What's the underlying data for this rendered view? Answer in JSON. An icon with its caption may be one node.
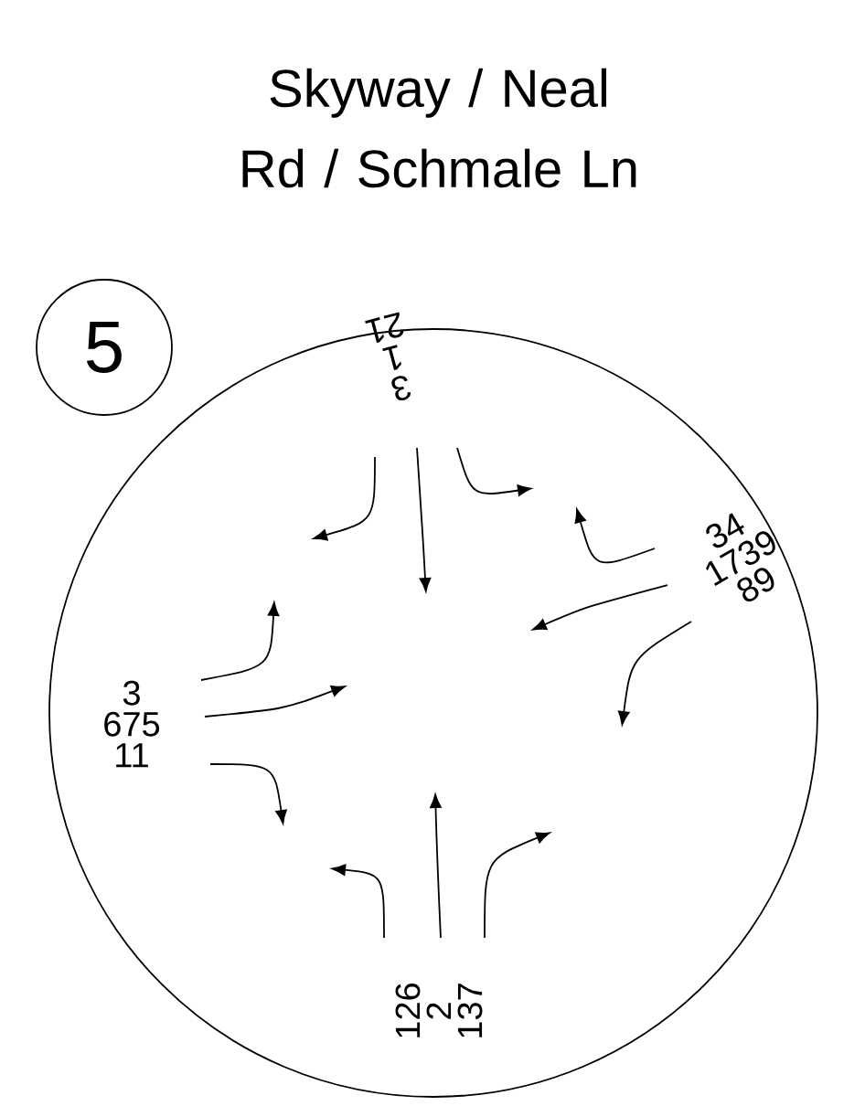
{
  "diagram": {
    "title": "Skyway / Neal Rd / Schmale Ln",
    "nodes": [
      {
        "text": [
          "5"
        ]
      },
      {
        "text": [],
        "shape": "circle"
      }
    ],
    "edges": [],
    "labels": [
      "3",
      "1",
      "21",
      "34",
      "1739",
      "89",
      "3",
      "675",
      "11",
      "126",
      "2",
      "137"
    ]
  }
}
